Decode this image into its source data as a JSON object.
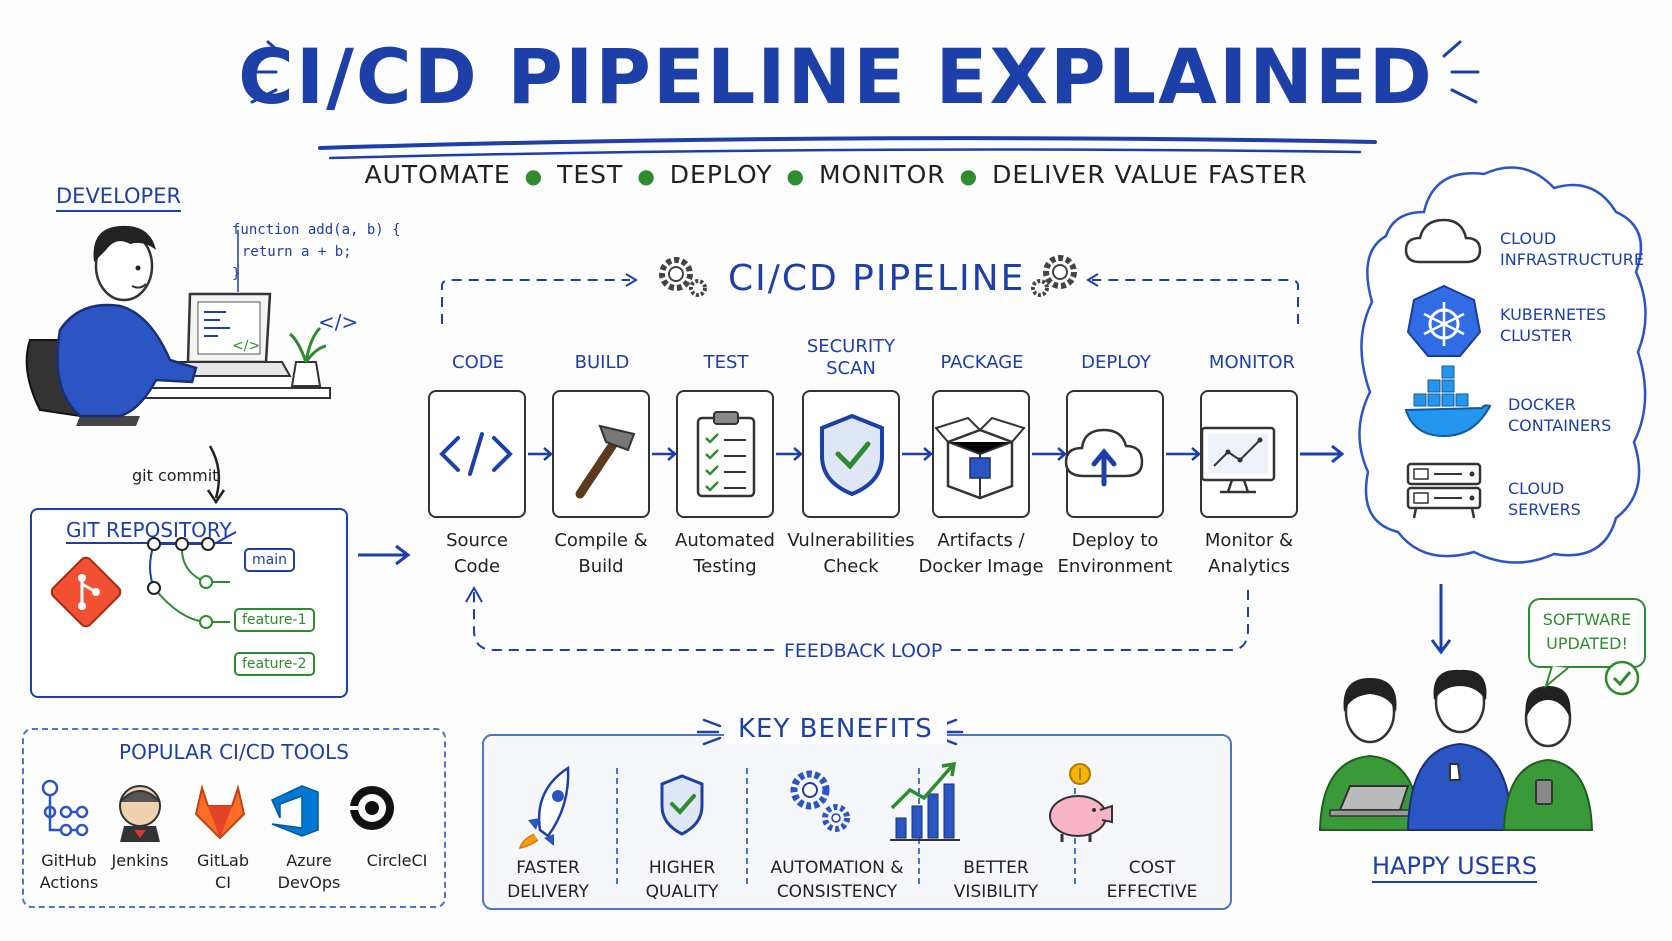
{
  "title": "CI/CD PIPELINE EXPLAINED",
  "subtitle": [
    "AUTOMATE",
    "TEST",
    "DEPLOY",
    "MONITOR",
    "DELIVER VALUE FASTER"
  ],
  "developer": {
    "label": "DEVELOPER",
    "code": [
      "function add(a, b) {",
      "  return a + b;",
      "}"
    ],
    "code_tag": "</>",
    "laptop_code_tag": "</>",
    "git_commit": "git commit"
  },
  "repo": {
    "title": "GIT REPOSITORY",
    "branches": [
      "main",
      "feature-1",
      "feature-2"
    ]
  },
  "pipeline": {
    "title": "CI/CD PIPELINE",
    "feedback": "FEEDBACK LOOP",
    "stages": [
      {
        "label": "CODE",
        "desc": [
          "Source",
          "Code"
        ],
        "icon": "code-icon"
      },
      {
        "label": "BUILD",
        "desc": [
          "Compile &",
          "Build"
        ],
        "icon": "hammer-icon"
      },
      {
        "label": "TEST",
        "desc": [
          "Automated",
          "Testing"
        ],
        "icon": "clipboard-check-icon"
      },
      {
        "label": "SECURITY SCAN",
        "desc": [
          "Vulnerabilities",
          "Check"
        ],
        "icon": "shield-check-icon"
      },
      {
        "label": "PACKAGE",
        "desc": [
          "Artifacts /",
          "Docker Image"
        ],
        "icon": "box-icon"
      },
      {
        "label": "DEPLOY",
        "desc": [
          "Deploy to",
          "Environment"
        ],
        "icon": "cloud-upload-icon"
      },
      {
        "label": "MONITOR",
        "desc": [
          "Monitor &",
          "Analytics"
        ],
        "icon": "monitor-chart-icon"
      }
    ]
  },
  "cloud": {
    "items": [
      {
        "label": [
          "CLOUD",
          "INFRASTRUCTURE"
        ],
        "icon": "cloud-icon"
      },
      {
        "label": [
          "KUBERNETES",
          "CLUSTER"
        ],
        "icon": "kubernetes-icon"
      },
      {
        "label": [
          "DOCKER",
          "CONTAINERS"
        ],
        "icon": "docker-icon"
      },
      {
        "label": [
          "CLOUD",
          "SERVERS"
        ],
        "icon": "server-icon"
      }
    ]
  },
  "tools": {
    "title": "POPULAR CI/CD TOOLS",
    "items": [
      {
        "label": [
          "GitHub",
          "Actions"
        ],
        "icon": "github-actions-icon"
      },
      {
        "label": [
          "Jenkins",
          ""
        ],
        "icon": "jenkins-icon"
      },
      {
        "label": [
          "GitLab",
          "CI"
        ],
        "icon": "gitlab-icon"
      },
      {
        "label": [
          "Azure",
          "DevOps"
        ],
        "icon": "azure-devops-icon"
      },
      {
        "label": [
          "CircleCI",
          ""
        ],
        "icon": "circleci-icon"
      }
    ]
  },
  "benefits": {
    "title": "KEY BENEFITS",
    "items": [
      {
        "label": [
          "FASTER",
          "DELIVERY"
        ],
        "icon": "rocket-icon"
      },
      {
        "label": [
          "HIGHER",
          "QUALITY"
        ],
        "icon": "shield-check-icon"
      },
      {
        "label": [
          "AUTOMATION &",
          "CONSISTENCY"
        ],
        "icon": "gears-icon"
      },
      {
        "label": [
          "BETTER",
          "VISIBILITY"
        ],
        "icon": "bar-chart-icon"
      },
      {
        "label": [
          "COST",
          "EFFECTIVE"
        ],
        "icon": "piggy-bank-icon"
      }
    ]
  },
  "users": {
    "label": "HAPPY USERS",
    "bubble": [
      "SOFTWARE",
      "UPDATED!"
    ]
  },
  "colors": {
    "primary": "#1d3fa8",
    "accent_green": "#2e8b2e",
    "git_orange": "#f05133",
    "gitlab_orange": "#fc6d26",
    "azure_blue": "#0078d4",
    "docker_blue": "#2496ed",
    "k8s_blue": "#326ce5"
  }
}
